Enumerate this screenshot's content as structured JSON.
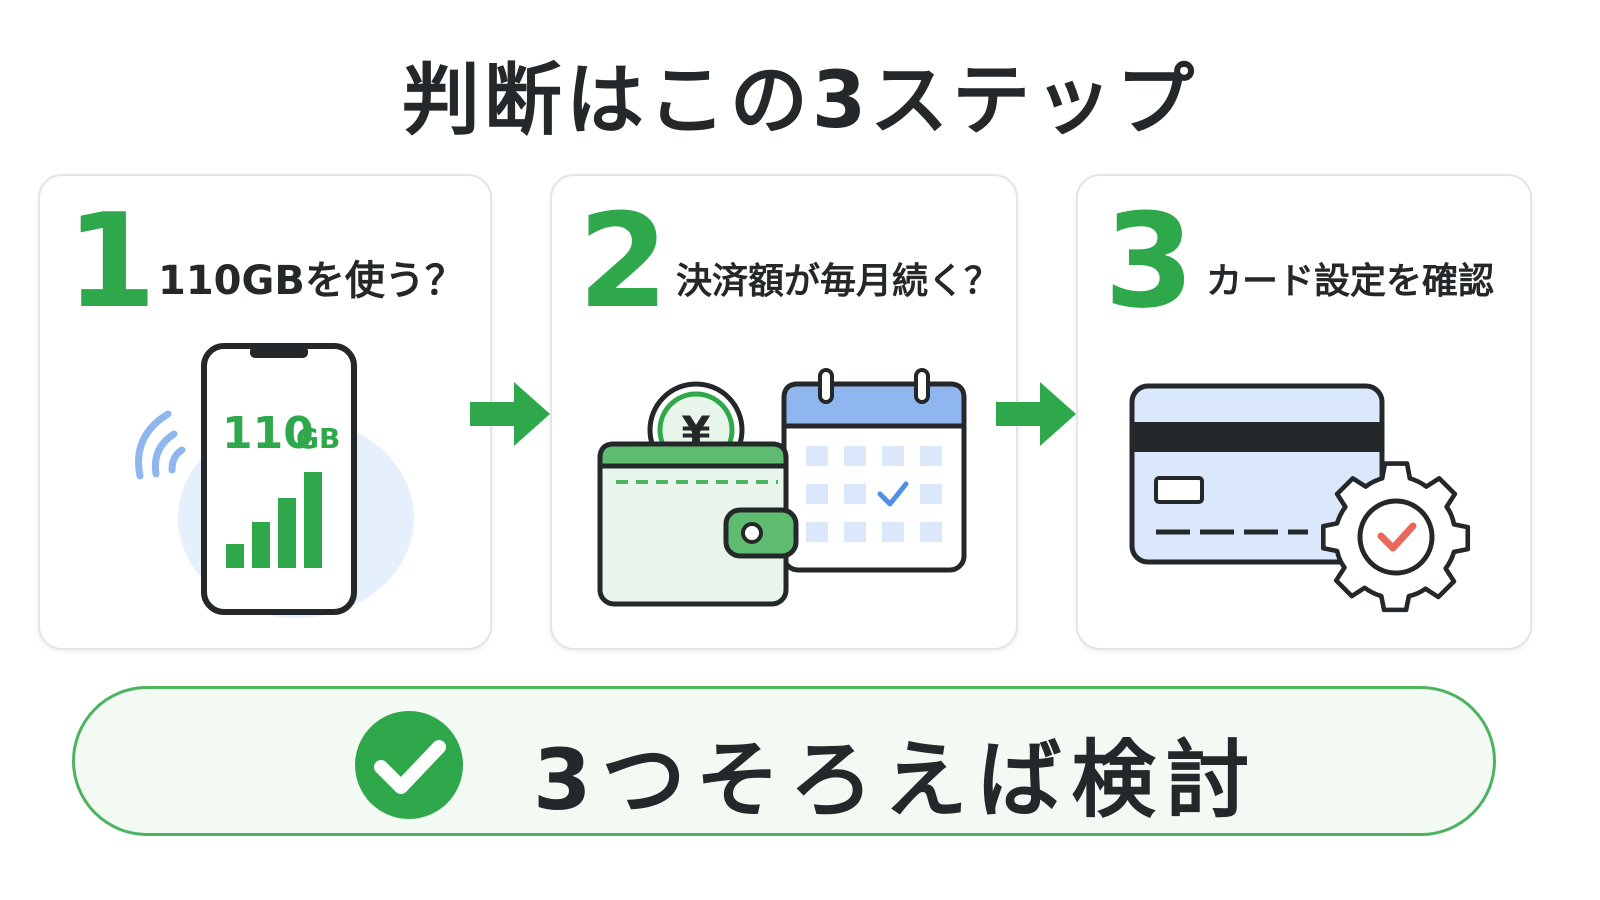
{
  "title": "判断はこの3ステップ",
  "steps": [
    {
      "number": "1",
      "question": "110GBを使う？",
      "phone_value": "110",
      "phone_unit": "GB"
    },
    {
      "number": "2",
      "question": "決済額が毎月続く？",
      "coin_symbol": "¥"
    },
    {
      "number": "3",
      "question": "カード設定を確認"
    }
  ],
  "conclusion": {
    "text": "3つそろえば検討"
  },
  "colors": {
    "green": "#2ea84a",
    "light_green": "#e8f5ea",
    "blue": "#8fb6ee",
    "light_blue": "#dbe8fb",
    "dark": "#24282b",
    "red_check": "#e9685a"
  },
  "icons": [
    "smartphone-icon",
    "wifi-icon",
    "signal-bars-icon",
    "wallet-icon",
    "yen-coin-icon",
    "calendar-icon",
    "credit-card-icon",
    "gear-icon",
    "check-icon",
    "arrow-right-icon"
  ]
}
